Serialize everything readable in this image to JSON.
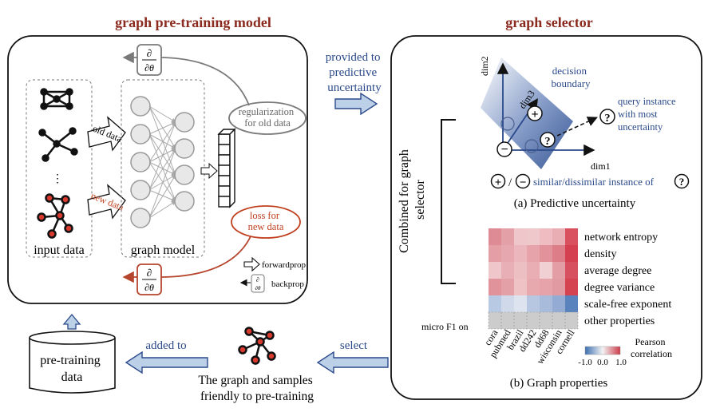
{
  "pretrain_panel": {
    "title": "graph pre-training model",
    "input_label": "input data",
    "graph_model_label": "graph model",
    "ellipsis": "⋮",
    "old_data_label": "old data",
    "new_data_label": "new data",
    "regularization_label": [
      "regularization",
      "for old data"
    ],
    "loss_label": [
      "loss for",
      "new data"
    ],
    "grad_symbol": {
      "num": "∂",
      "den": "∂θ"
    },
    "legend_forward": "forwardprop",
    "legend_backprop": "backprop"
  },
  "flow": {
    "provided_to": [
      "provided to",
      "predictive",
      "uncertainty"
    ],
    "added_to": "added to",
    "select": "select",
    "pretraining_data": [
      "pre-training",
      "data"
    ],
    "friendly_caption": [
      "The graph and samples",
      "friendly to pre-training"
    ]
  },
  "selector_panel": {
    "title": "graph selector",
    "side_label": [
      "Combined for graph",
      "selector"
    ],
    "uncertainty": {
      "dim1": "dim1",
      "dim2": "dim2",
      "dim3": "dim3",
      "decision_boundary": [
        "decision",
        "boundary"
      ],
      "query_instance": [
        "query instance",
        "with most",
        "uncertainty"
      ],
      "plus": "+",
      "minus": "−",
      "question": "?",
      "legend_text": "similar/dissimilar instance of",
      "legend_slash": "/",
      "caption": "(a) Predictive uncertainty"
    },
    "properties": {
      "row_labels": [
        "network entropy",
        "density",
        "average degree",
        "degree variance",
        "scale-free exponent",
        "other properties"
      ],
      "micro_f1_label": "micro F1 on",
      "col_labels": [
        "cora",
        "pubmed",
        "brazil",
        "dd242",
        "dd68",
        "wisconsin",
        "cornell"
      ],
      "colorbar_title": [
        "Pearson",
        "correlation"
      ],
      "colorbar_ticks": [
        "-1.0",
        "0.0",
        "1.0"
      ],
      "caption": "(b) Graph properties"
    }
  },
  "colors": {
    "title_red": "#8b2a1e",
    "accent_blue": "#2b4a8b",
    "arrow_blue": "#bcd0e8",
    "loss_red": "#c0401f",
    "node_red": "#d83a2e"
  }
}
